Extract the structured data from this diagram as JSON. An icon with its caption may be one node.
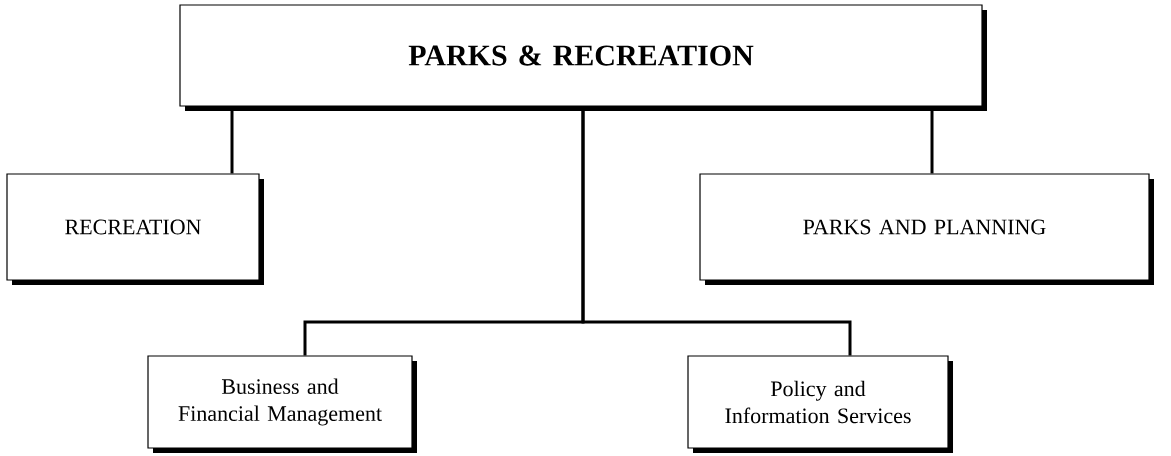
{
  "diagram": {
    "nodes": [
      {
        "text": [
          "PARKS & RECREATION"
        ]
      },
      {
        "text": [
          "RECREATION"
        ]
      },
      {
        "text": [
          "PARKS AND PLANNING"
        ]
      },
      {
        "text": [
          "Business and Financial Management"
        ]
      },
      {
        "text": [
          "Policy and Information Services"
        ]
      }
    ],
    "edges": [
      {
        "from": 0,
        "to": 1,
        "arrow": "none"
      },
      {
        "from": 0,
        "to": 2,
        "arrow": "none"
      },
      {
        "from": 0,
        "to": 3,
        "arrow": "none"
      },
      {
        "from": 0,
        "to": 4,
        "arrow": "none"
      }
    ]
  }
}
